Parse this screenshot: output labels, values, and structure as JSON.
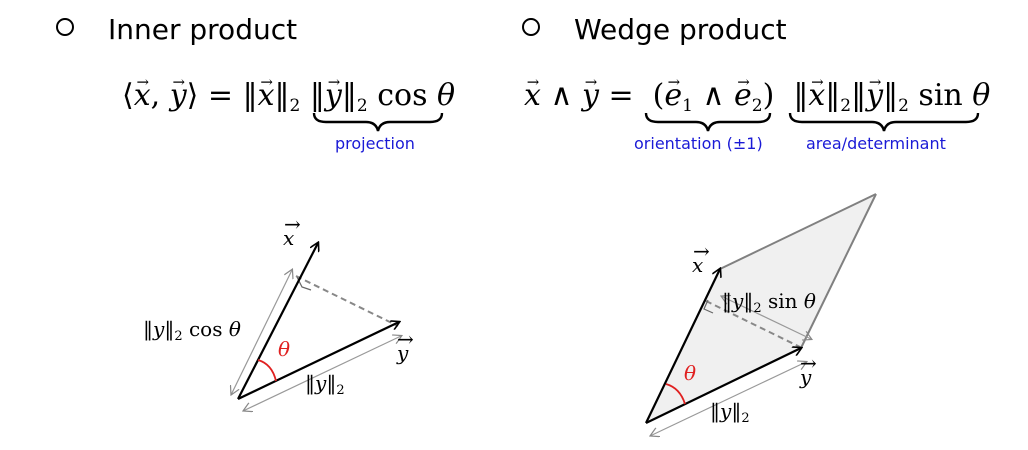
{
  "sections": {
    "inner": {
      "bullet": "Inner product",
      "brace_label": "projection",
      "labels": {
        "x": "x",
        "y": "y",
        "theta": "θ",
        "proj": "‖y‖₂ cos θ",
        "ylen": "‖y‖₂"
      }
    },
    "wedge": {
      "bullet": "Wedge product",
      "brace_labels": [
        "orientation (±1)",
        "area/determinant"
      ],
      "labels": {
        "x": "x",
        "y": "y",
        "theta": "θ",
        "height": "‖y‖₂ sin θ",
        "ylen": "‖y‖₂"
      }
    }
  },
  "colors": {
    "brace_label": "#1a1ad6",
    "angle": "#e02020",
    "parallelogram_fill": "#f0f0f0",
    "parallelogram_edge": "#808080",
    "dashed": "#808080"
  }
}
